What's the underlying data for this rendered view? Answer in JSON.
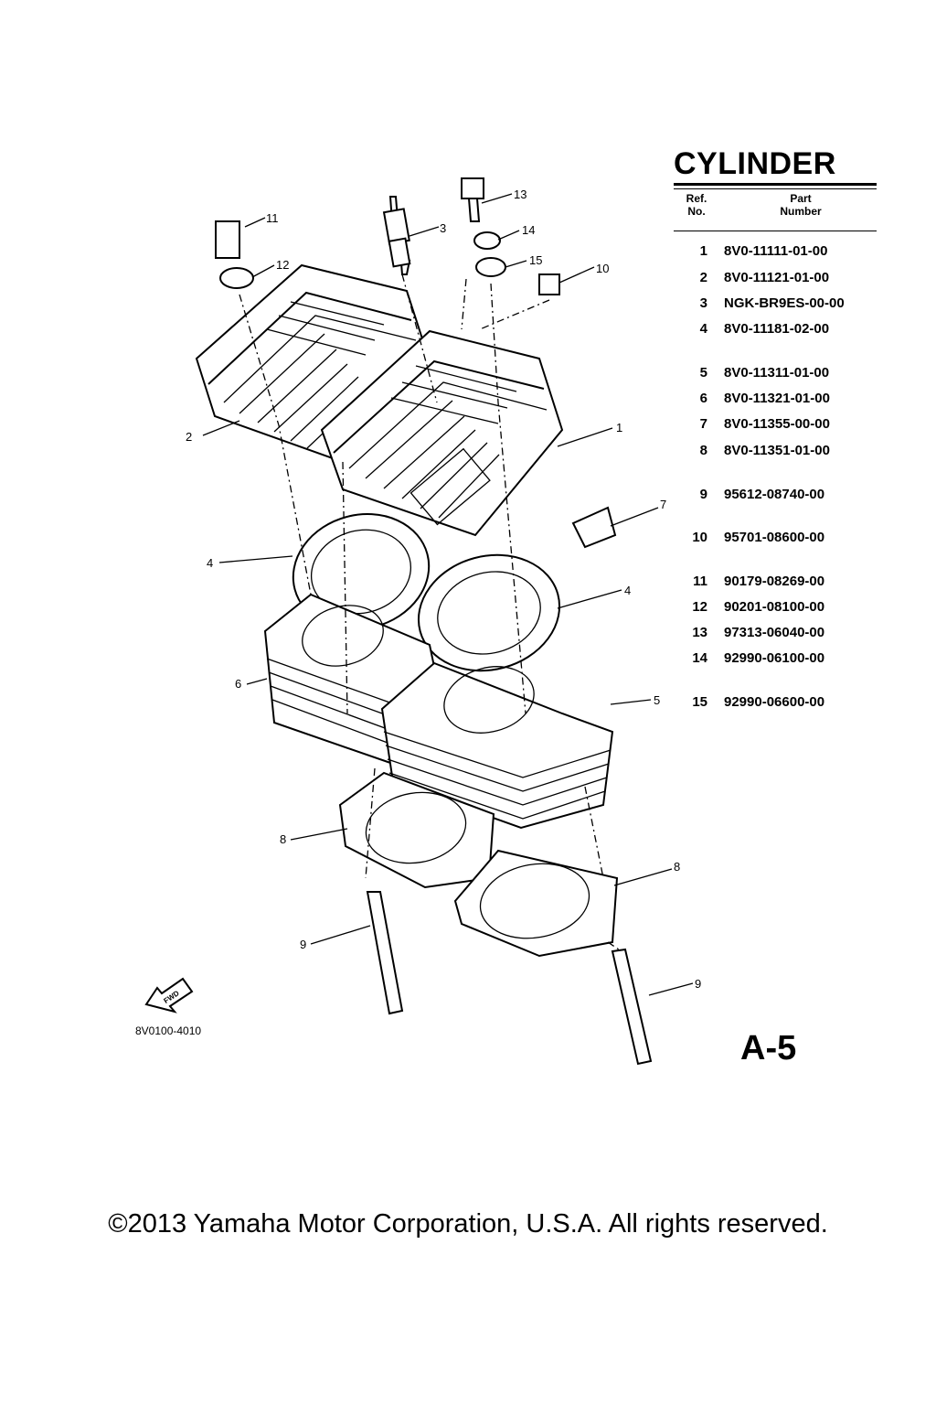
{
  "title": "CYLINDER",
  "table": {
    "header_ref": [
      "Ref.",
      "No."
    ],
    "header_part": [
      "Part",
      "Number"
    ],
    "rows": [
      {
        "ref": "1",
        "part": "8V0-11111-01-00"
      },
      {
        "ref": "2",
        "part": "8V0-11121-01-00"
      },
      {
        "ref": "3",
        "part": "NGK-BR9ES-00-00"
      },
      {
        "ref": "4",
        "part": "8V0-11181-02-00"
      },
      {
        "ref": "5",
        "part": "8V0-11311-01-00"
      },
      {
        "ref": "6",
        "part": "8V0-11321-01-00"
      },
      {
        "ref": "7",
        "part": "8V0-11355-00-00"
      },
      {
        "ref": "8",
        "part": "8V0-11351-01-00"
      },
      {
        "ref": "9",
        "part": "95612-08740-00"
      },
      {
        "ref": "10",
        "part": "95701-08600-00"
      },
      {
        "ref": "11",
        "part": "90179-08269-00"
      },
      {
        "ref": "12",
        "part": "90201-08100-00"
      },
      {
        "ref": "13",
        "part": "97313-06040-00"
      },
      {
        "ref": "14",
        "part": "92990-06100-00"
      },
      {
        "ref": "15",
        "part": "92990-06600-00"
      }
    ]
  },
  "callouts": [
    "1",
    "2",
    "3",
    "4",
    "4",
    "5",
    "6",
    "7",
    "8",
    "8",
    "9",
    "9",
    "10",
    "11",
    "12",
    "13",
    "14",
    "15"
  ],
  "fwd_label": "FWD",
  "figure_code": "8V0100-4010",
  "page_number": "A-5",
  "copyright": "©2013 Yamaha Motor Corporation, U.S.A. All rights reserved."
}
